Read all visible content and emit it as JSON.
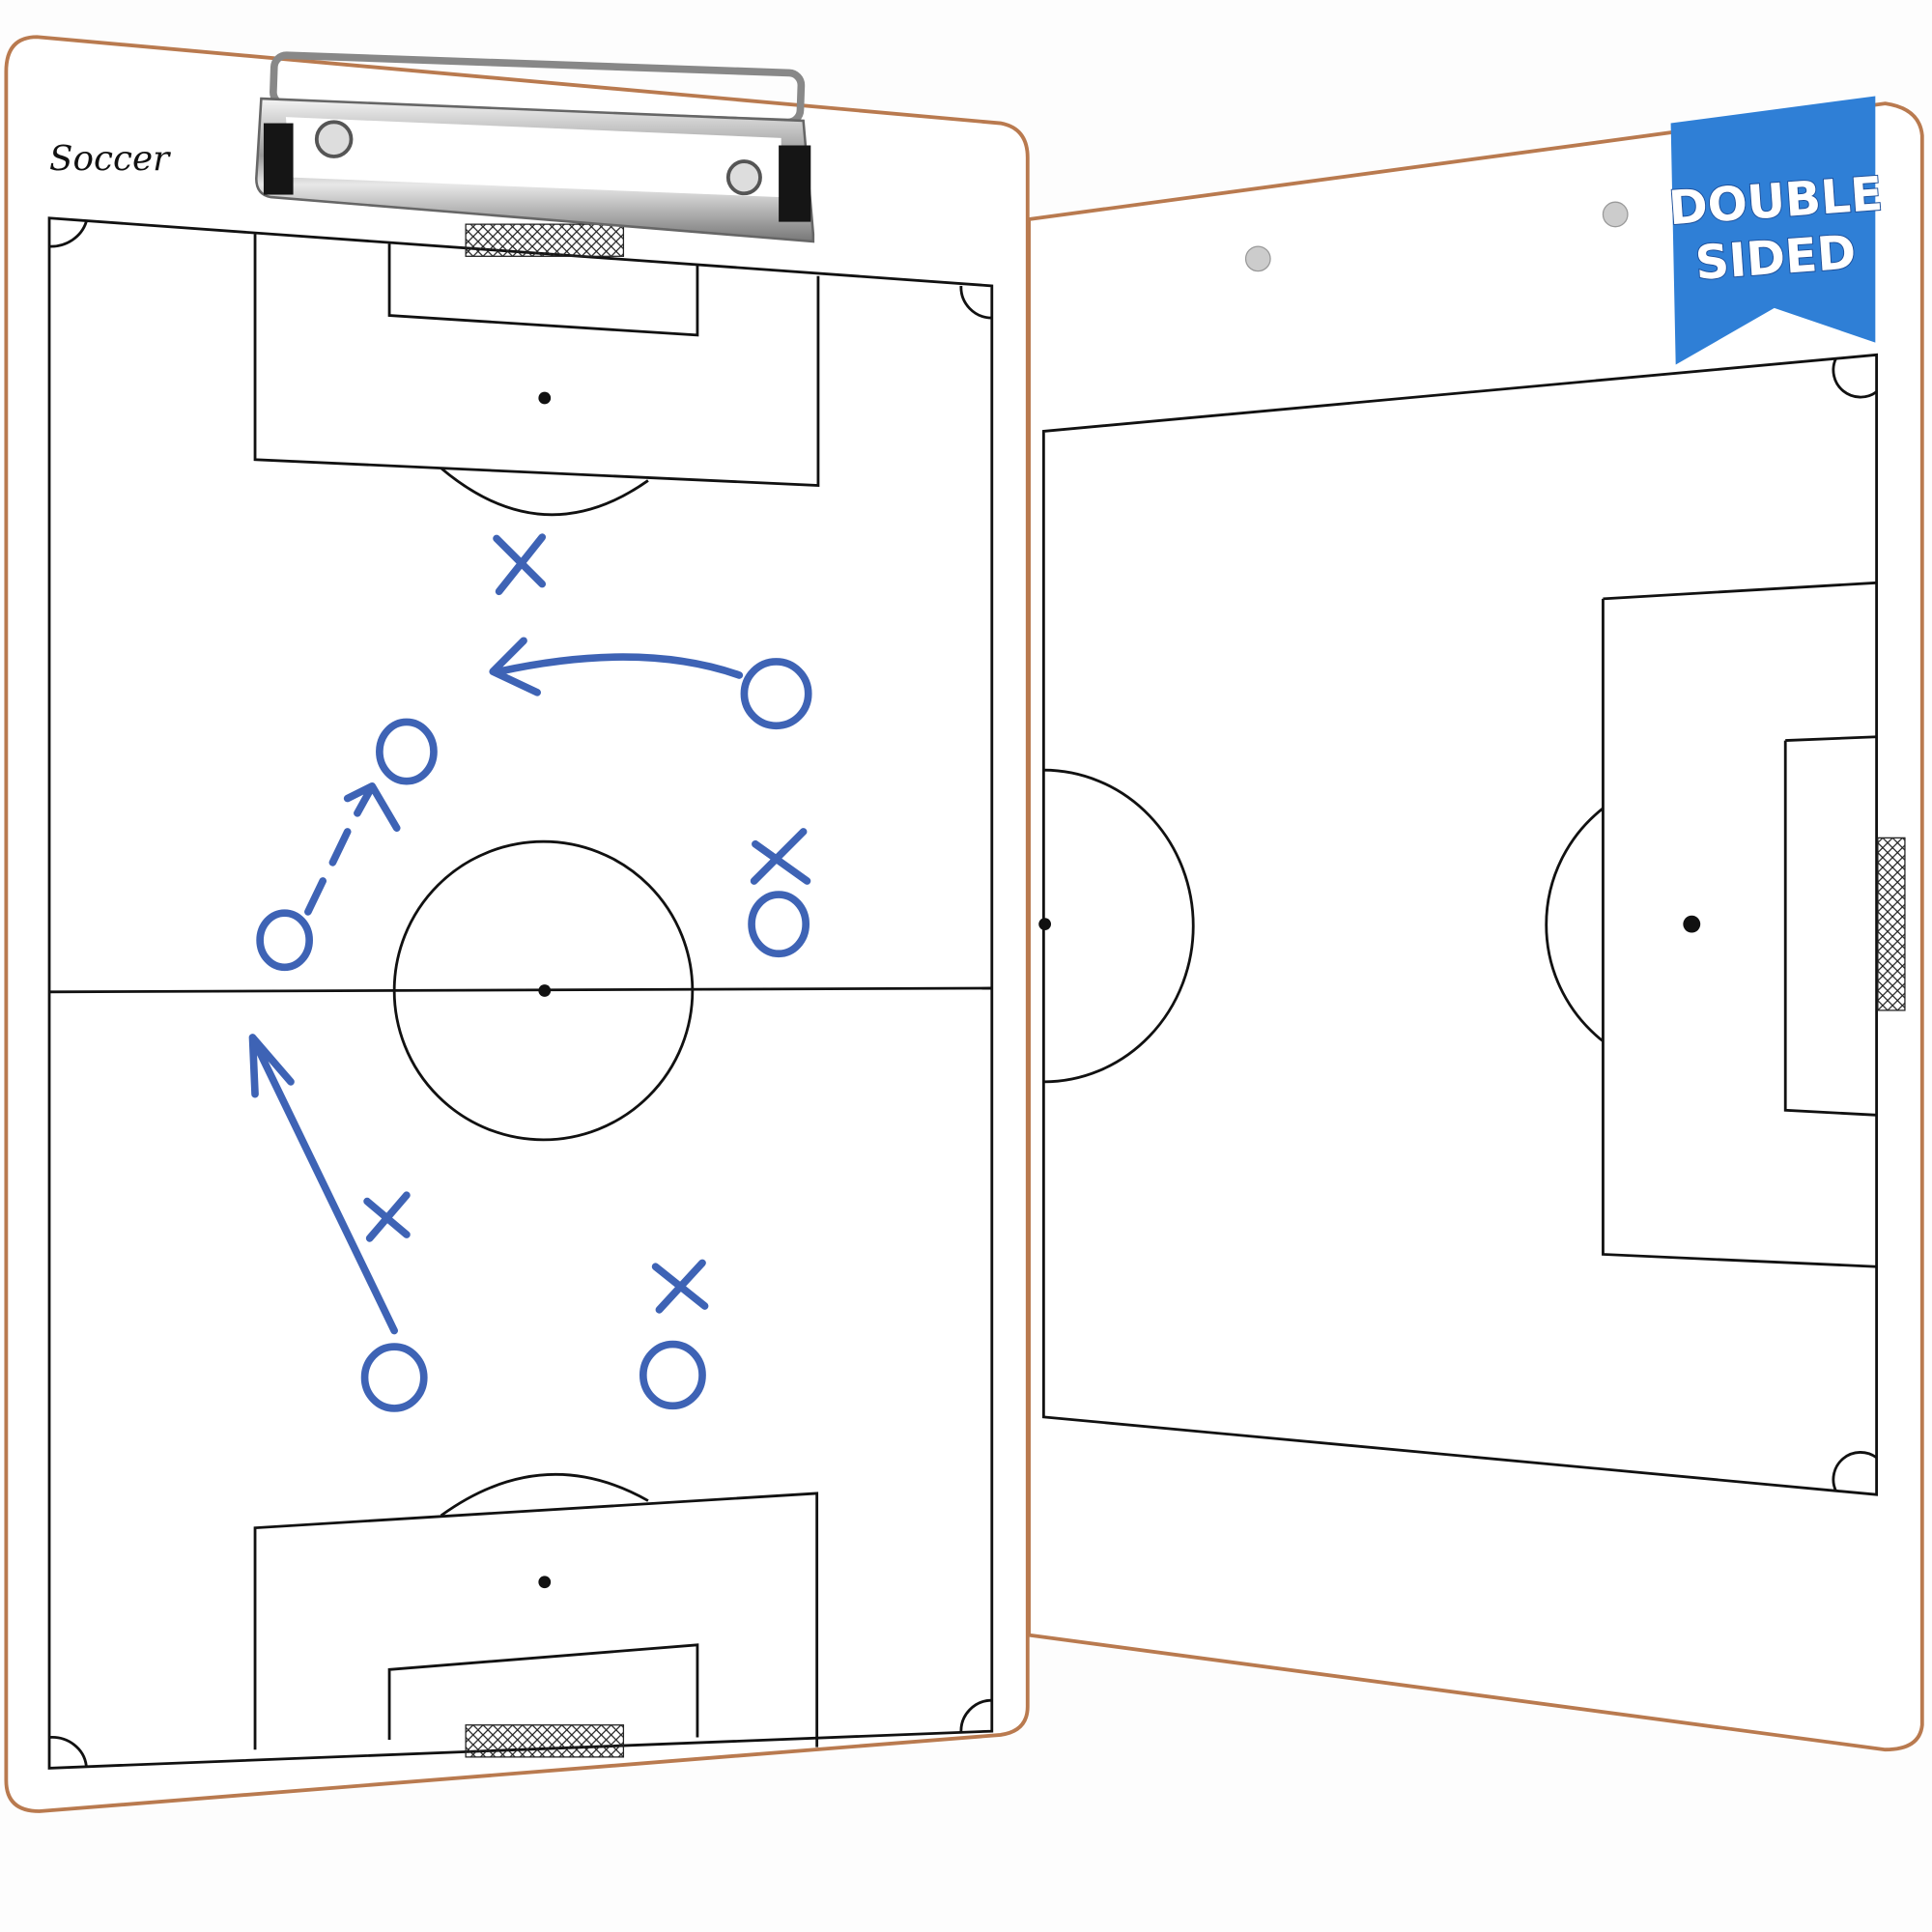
{
  "product": {
    "brand_label": "Soccer",
    "badge": {
      "line1": "DOUBLE",
      "line2": "SIDED",
      "color": "#2f7fd6"
    },
    "ink_color": "#3e63b5",
    "board_edge_color": "#b97a4f"
  }
}
